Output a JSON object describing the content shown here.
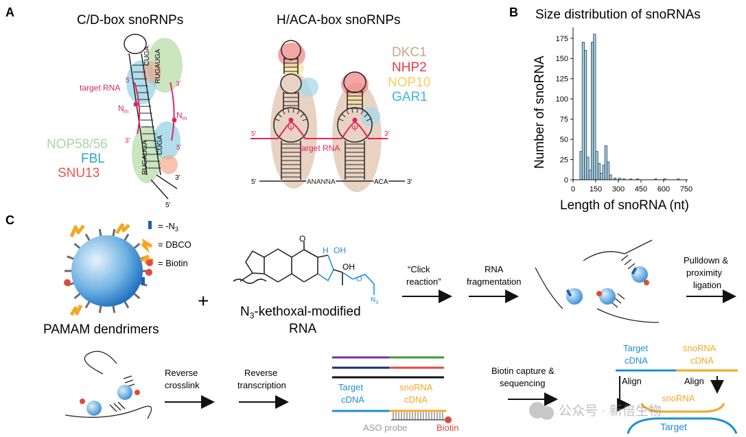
{
  "panels": {
    "a": {
      "letter": "A",
      "cd_title": "C/D-box snoRNPs",
      "haca_title": "H/ACA-box snoRNPs",
      "target_rna": "target RNA",
      "target_rna_2": "target RNA",
      "nm": "N",
      "nm_sub": "m",
      "prime5": "5'",
      "prime3": "3'",
      "psi": "Ψ",
      "cuga": "CUGA",
      "rugauga": "RUGAUGA",
      "cd_proteins": [
        {
          "name": "NOP58/56",
          "color": "#a8d5a0"
        },
        {
          "name": "FBL",
          "color": "#2aa3c9"
        },
        {
          "name": "SNU13",
          "color": "#e8554f"
        }
      ],
      "haca_proteins": [
        {
          "name": "DKC1",
          "color": "#c9a385"
        },
        {
          "name": "NHP2",
          "color": "#e23a3f"
        },
        {
          "name": "NOP10",
          "color": "#f5cf5a"
        },
        {
          "name": "GAR1",
          "color": "#3fb4dc"
        }
      ],
      "hinge": "ANANNA",
      "aca": "ACA"
    },
    "b": {
      "letter": "B",
      "chart_data": {
        "type": "bar",
        "title": "Size distribution of snoRNAs",
        "xlabel": "Length of snoRNA (nt)",
        "ylabel": "Number of snoRNA",
        "xlim": [
          0,
          750
        ],
        "ylim": [
          0,
          185
        ],
        "xticks": [
          0,
          150,
          300,
          450,
          600,
          750
        ],
        "yticks": [
          0,
          25,
          50,
          75,
          100,
          125,
          150,
          175
        ],
        "bin_width": 15,
        "bins": [
          {
            "start": 45,
            "count": 35
          },
          {
            "start": 60,
            "count": 170
          },
          {
            "start": 75,
            "count": 160
          },
          {
            "start": 90,
            "count": 28
          },
          {
            "start": 105,
            "count": 12
          },
          {
            "start": 120,
            "count": 170
          },
          {
            "start": 135,
            "count": 180
          },
          {
            "start": 150,
            "count": 35
          },
          {
            "start": 165,
            "count": 20
          },
          {
            "start": 180,
            "count": 8
          },
          {
            "start": 195,
            "count": 18
          },
          {
            "start": 210,
            "count": 42
          },
          {
            "start": 225,
            "count": 22
          },
          {
            "start": 240,
            "count": 6
          },
          {
            "start": 270,
            "count": 2
          },
          {
            "start": 300,
            "count": 2
          },
          {
            "start": 330,
            "count": 1
          },
          {
            "start": 375,
            "count": 1
          },
          {
            "start": 420,
            "count": 1
          },
          {
            "start": 540,
            "count": 1
          },
          {
            "start": 600,
            "count": 1
          },
          {
            "start": 690,
            "count": 1
          }
        ],
        "bar_color": "#a9cfe0",
        "grid": false
      }
    },
    "c": {
      "letter": "C",
      "legend": [
        {
          "label": "= -N",
          "sub": "3",
          "color": "#1a5fb4"
        },
        {
          "label": "= DBCO",
          "sub": "",
          "color": "#f5a623"
        },
        {
          "label": "= Biotin",
          "sub": "",
          "color": "#e2483c"
        }
      ],
      "dendrimer_label": "PAMAM dendrimers",
      "plus": "+",
      "rna_label_1": "N",
      "rna_label_1_sub": "3",
      "rna_label_1_rest": "-kethoxal-modified",
      "rna_label_2": "RNA",
      "oh1": "OH",
      "oh2": "OH",
      "h_atom": "H",
      "o_atom": "O",
      "n3_atom": "N",
      "n3_sub": "3",
      "steps_top": [
        [
          "“Click",
          "reaction”"
        ],
        [
          "RNA",
          "fragmentation"
        ],
        [
          "Pulldown &",
          "proximity",
          "ligation"
        ]
      ],
      "steps_bottom": [
        [
          "Reverse",
          "crosslink"
        ],
        [
          "Reverse",
          "transcription"
        ],
        [
          "Biotin capture &",
          "sequencing"
        ]
      ],
      "target_cdna": [
        "Target",
        "cDNA"
      ],
      "snorna_cdna": [
        "snoRNA",
        "cDNA"
      ],
      "aso_probe": "ASO probe",
      "biotin": "Biotin",
      "final_target_cdna": [
        "Target",
        "cDNA"
      ],
      "final_snorna_cdna": [
        "snoRNA",
        "cDNA"
      ],
      "align1": "Align",
      "align2": "Align",
      "final_snorna": "snoRNA",
      "final_target": "Target",
      "watermark": "公众号 · 新倍生物",
      "colors": {
        "target": "#1a8fd6",
        "snorna": "#f5a623",
        "pink": "#e0245e",
        "purple": "#7b2fa0",
        "green": "#3a9a3a",
        "red": "#e2483c",
        "navy": "#1a2a6c"
      }
    }
  }
}
